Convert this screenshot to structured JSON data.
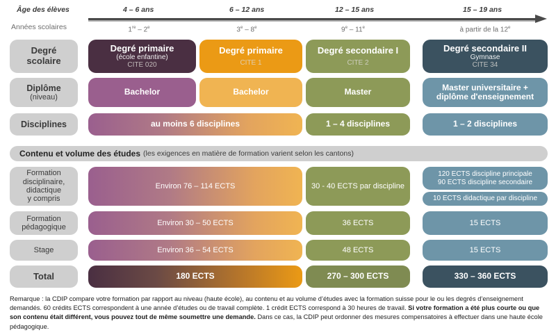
{
  "header": {
    "age_label": "Âge des élèves",
    "school_years_label": "Années scolaires",
    "ages": [
      "4 – 6 ans",
      "6 – 12 ans",
      "12 – 15 ans",
      "15 – 19 ans"
    ],
    "years": [
      "1re – 2e",
      "3e – 8e",
      "9e – 11e",
      "à partir de la 12e"
    ]
  },
  "rows": {
    "degre_scolaire": {
      "label": "Degré\nscolaire",
      "cells": [
        {
          "title": "Degré primaire",
          "sub": "(école enfantine)",
          "cite": "CITE 020"
        },
        {
          "title": "Degré primaire",
          "sub": "",
          "cite": "CITE 1"
        },
        {
          "title": "Degré secondaire I",
          "sub": "",
          "cite": "CITE 2"
        },
        {
          "title": "Degré secondaire II",
          "sub": "Gymnase",
          "cite": "CITE 34"
        }
      ]
    },
    "diplome": {
      "label_line1": "Diplôme",
      "label_line2": "(niveau)",
      "cells": [
        {
          "line1": "Bachelor",
          "line2": ""
        },
        {
          "line1": "Bachelor",
          "line2": ""
        },
        {
          "line1": "Master",
          "line2": ""
        },
        {
          "line1": "Master universitaire +",
          "line2": "diplôme d'enseignement"
        }
      ]
    },
    "disciplines": {
      "label": "Disciplines",
      "cells": [
        "au moins 6 disciplines",
        "1 – 4 disciplines",
        "1 – 2 disciplines"
      ]
    },
    "formation_disciplinaire": {
      "label_lines": [
        "Formation",
        "disciplinaire,",
        "didactique",
        "y compris"
      ],
      "cells": [
        "Environ 76 – 114 ECTS",
        "30 - 40 ECTS par discipline"
      ],
      "col4_box1_line1": "120 ECTS discipline principale",
      "col4_box1_line2": "90 ECTS discipline secondaire",
      "col4_box2": "10 ECTS didactique par discipline"
    },
    "formation_pedagogique": {
      "label_lines": [
        "Formation",
        "pédagogique"
      ],
      "cells": [
        "Environ 30 – 50 ECTS",
        "36 ECTS",
        "15 ECTS"
      ]
    },
    "stage": {
      "label": "Stage",
      "cells": [
        "Environ 36 – 54 ECTS",
        "48 ECTS",
        "15 ECTS"
      ]
    },
    "total": {
      "label": "Total",
      "cells": [
        "180 ECTS",
        "270 – 300 ECTS",
        "330 – 360 ECTS"
      ]
    }
  },
  "banner": {
    "title": "Contenu et volume des études",
    "subtitle": "(les exigences en matière de formation varient selon les cantons)"
  },
  "footnote": {
    "part1": "Remarque : la CDIP compare votre formation par rapport au niveau (haute école), au contenu et au volume d’études avec la formation suisse pour le ou les degrés d’enseignement demandés. 60 crédits ECTS correspondent à une année d’études ou de travail complète. 1 crédit ECTS correspond à 30 heures de travail. ",
    "bold": "Si votre formation a été plus courte ou que son contenu était différent, vous pouvez tout de même soumettre une demande.",
    "part2": " Dans ce cas, la CDIP peut ordonner des mesures compensatoires à effectuer dans une haute école pédagogique."
  },
  "colors": {
    "plum_dark": "#4a2f42",
    "plum": "#9a5f8e",
    "orange": "#eb9a15",
    "orange_light": "#f0b452",
    "olive": "#8d9a58",
    "olive_dark": "#7f8b52",
    "steel": "#6e95a8",
    "slate_dark": "#3b5260",
    "grey_label": "#cfcfcf"
  }
}
